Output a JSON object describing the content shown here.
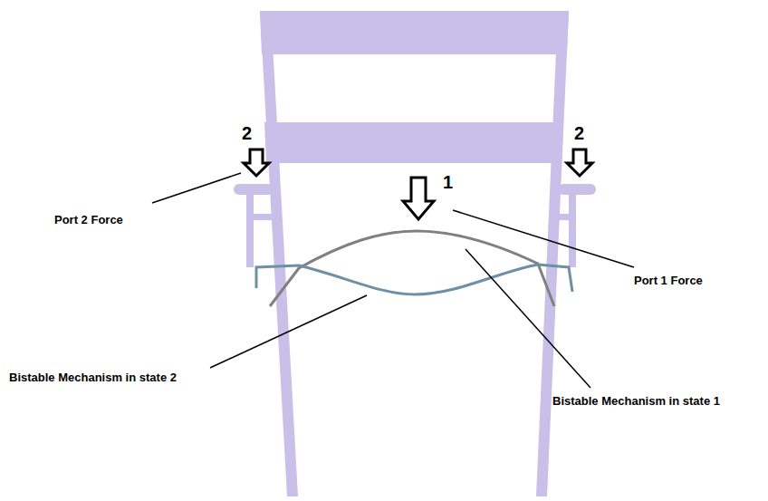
{
  "diagram": {
    "labels": [
      "2",
      "2",
      "1",
      "Port 2 Force",
      "Port 1 Force",
      "Bistable Mechanism in state 2",
      "Bistable Mechanism in state 1"
    ]
  }
}
